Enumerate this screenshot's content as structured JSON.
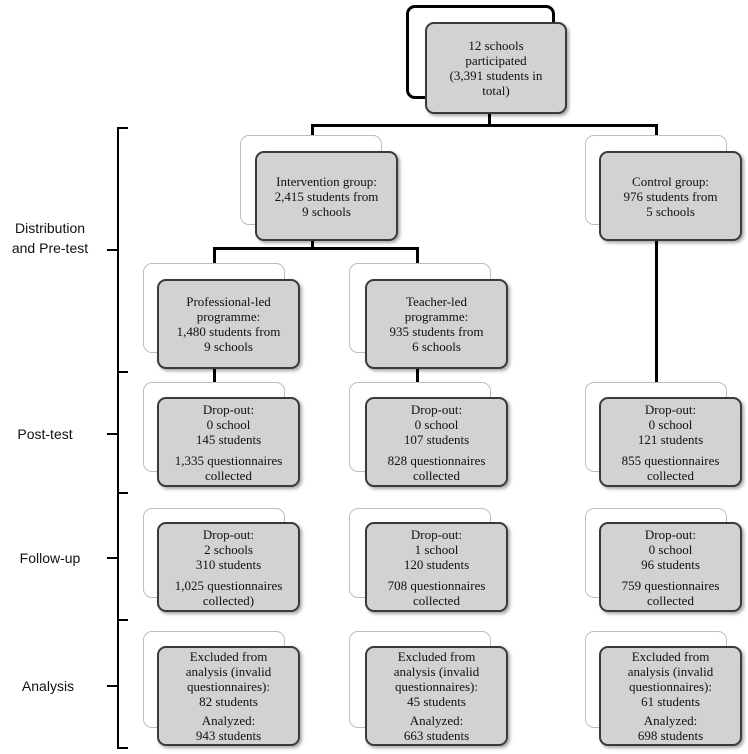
{
  "top": {
    "lines": [
      "12 schools",
      "participated",
      "(3,391 students in",
      "total)"
    ]
  },
  "intervention": {
    "lines": [
      "Intervention group:",
      "2,415 students from",
      "9 schools"
    ]
  },
  "control": {
    "lines": [
      "Control group:",
      "976 students from",
      "5 schools"
    ]
  },
  "professional": {
    "lines": [
      "Professional-led",
      "programme:",
      "1,480 students from",
      "9 schools"
    ]
  },
  "teacher": {
    "lines": [
      "Teacher-led",
      "programme:",
      "935 students from",
      "6 schools"
    ]
  },
  "post_prof": {
    "lines": [
      "Drop-out:",
      "0 school",
      "145 students"
    ],
    "collected": [
      "1,335 questionnaires",
      "collected"
    ]
  },
  "post_teach": {
    "lines": [
      "Drop-out:",
      "0 school",
      "107 students"
    ],
    "collected": [
      "828 questionnaires",
      "collected"
    ]
  },
  "post_ctrl": {
    "lines": [
      "Drop-out:",
      "0 school",
      "121 students"
    ],
    "collected": [
      "855 questionnaires",
      "collected"
    ]
  },
  "fu_prof": {
    "lines": [
      "Drop-out:",
      "2 schools",
      "310 students"
    ],
    "collected": [
      "1,025 questionnaires",
      "collected)"
    ]
  },
  "fu_teach": {
    "lines": [
      "Drop-out:",
      "1 school",
      "120 students"
    ],
    "collected": [
      "708 questionnaires",
      "collected"
    ]
  },
  "fu_ctrl": {
    "lines": [
      "Drop-out:",
      "0 school",
      "96 students"
    ],
    "collected": [
      "759 questionnaires",
      "collected"
    ]
  },
  "an_prof": {
    "lines": [
      "Excluded from",
      "analysis (invalid",
      "questionnaires):",
      "82 students"
    ],
    "analyzed": [
      "Analyzed:",
      "943 students"
    ]
  },
  "an_teach": {
    "lines": [
      "Excluded from",
      "analysis (invalid",
      "questionnaires):",
      "45 students"
    ],
    "analyzed": [
      "Analyzed:",
      "663 students"
    ]
  },
  "an_ctrl": {
    "lines": [
      "Excluded from",
      "analysis (invalid",
      "questionnaires):",
      "61 students"
    ],
    "analyzed": [
      "Analyzed:",
      "698 students"
    ]
  },
  "stages": {
    "distribution": [
      "Distribution",
      "and Pre-test"
    ],
    "post": "Post-test",
    "follow": "Follow-up",
    "analysis": "Analysis"
  }
}
